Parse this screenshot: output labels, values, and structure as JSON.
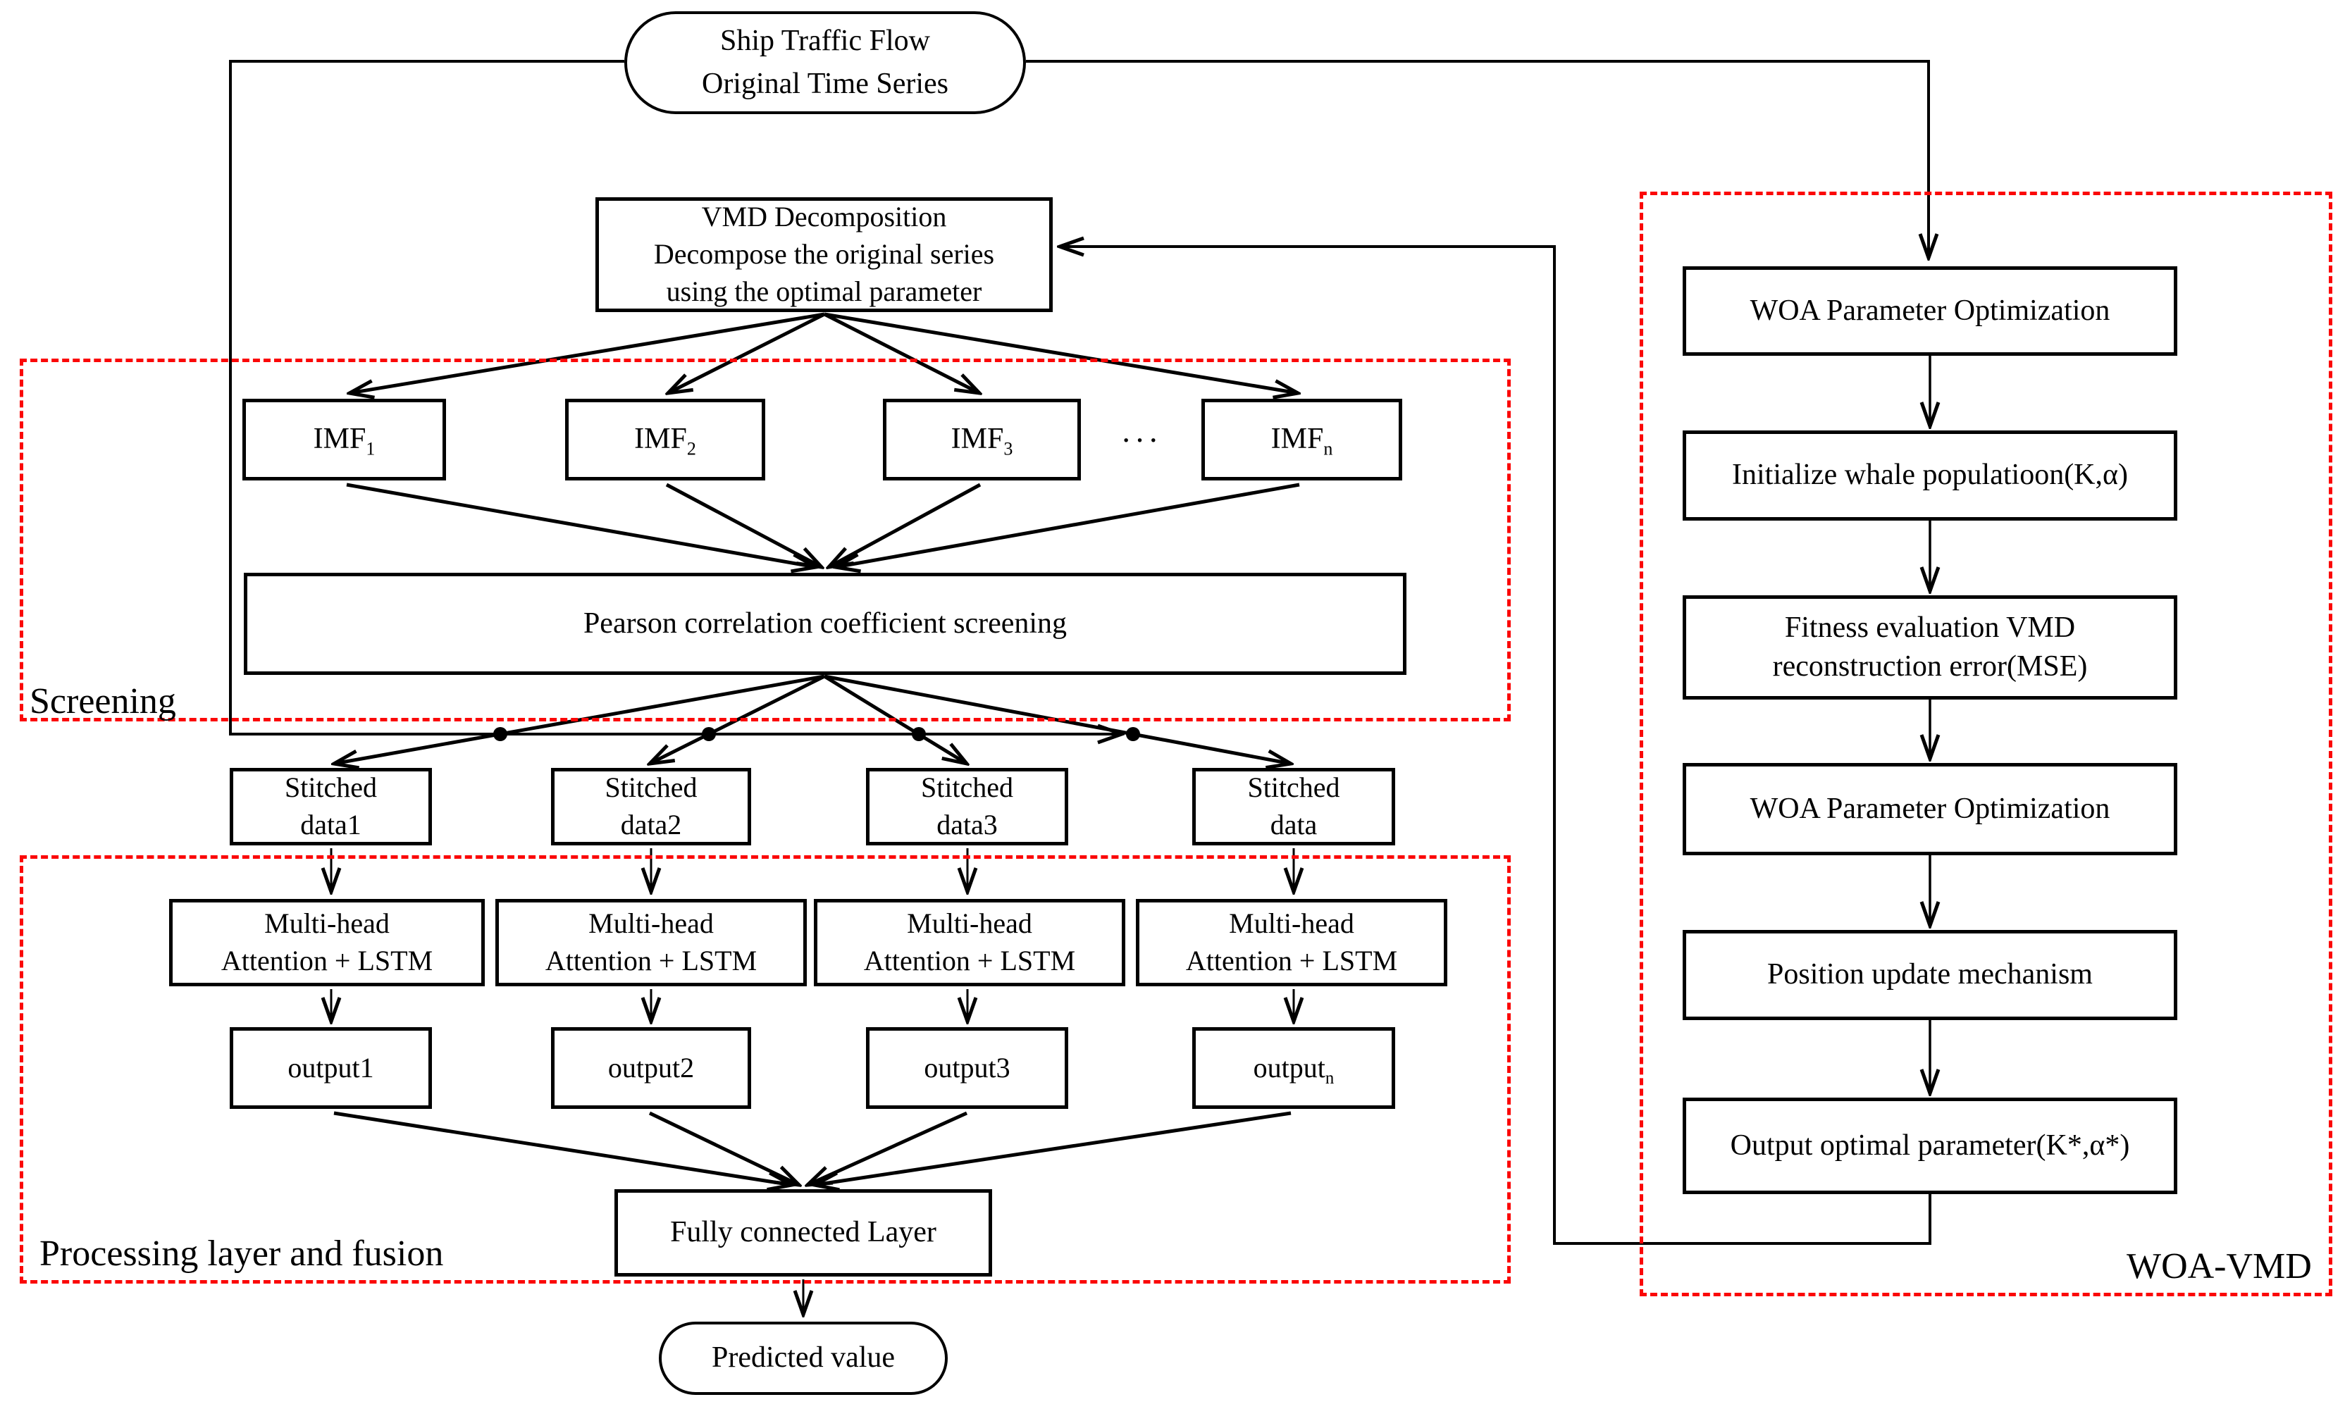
{
  "nodes": {
    "source": {
      "line1": "Ship Traffic Flow",
      "line2": "Original Time Series"
    },
    "vmd": {
      "line1": "VMD Decomposition",
      "line2": "Decompose the original series",
      "line3": "using the optimal parameter"
    },
    "imf": [
      {
        "label": "IMF",
        "sub": "1"
      },
      {
        "label": "IMF",
        "sub": "2"
      },
      {
        "label": "IMF",
        "sub": "3"
      },
      {
        "label": "IMF",
        "sub": "n"
      }
    ],
    "imf_ellipsis": "···",
    "pearson": {
      "label": "Pearson correlation coefficient screening"
    },
    "stitched": [
      {
        "line1": "Stitched",
        "line2": "data1"
      },
      {
        "line1": "Stitched",
        "line2": "data2"
      },
      {
        "line1": "Stitched",
        "line2": "data3"
      },
      {
        "line1": "Stitched",
        "line2": "data"
      }
    ],
    "attention": [
      {
        "line1": "Multi-head",
        "line2": "Attention + LSTM"
      },
      {
        "line1": "Multi-head",
        "line2": "Attention + LSTM"
      },
      {
        "line1": "Multi-head",
        "line2": "Attention + LSTM"
      },
      {
        "line1": "Multi-head",
        "line2": "Attention + LSTM"
      }
    ],
    "outputs": [
      {
        "label": "output1"
      },
      {
        "label": "output2"
      },
      {
        "label": "output3"
      },
      {
        "label": "output",
        "sub": "n"
      }
    ],
    "fc": {
      "label": "Fully connected Layer"
    },
    "predicted": {
      "label": "Predicted value"
    },
    "woa_steps": [
      {
        "line1": "WOA Parameter Optimization"
      },
      {
        "line1": "Initialize whale populatioon(K,α)"
      },
      {
        "line1": "Fitness evaluation VMD",
        "line2": "reconstruction error(MSE)"
      },
      {
        "line1": "WOA Parameter Optimization"
      },
      {
        "line1": "Position update mechanism"
      },
      {
        "line1": "Output optimal parameter(K*,α*)"
      }
    ]
  },
  "regions": {
    "screening": "Screening",
    "processing": "Processing layer and fusion",
    "woa": "WOA-VMD"
  },
  "colors": {
    "region_border": "#fb0707",
    "wire": "#000000",
    "node_border": "#000000",
    "background": "#ffffff"
  }
}
